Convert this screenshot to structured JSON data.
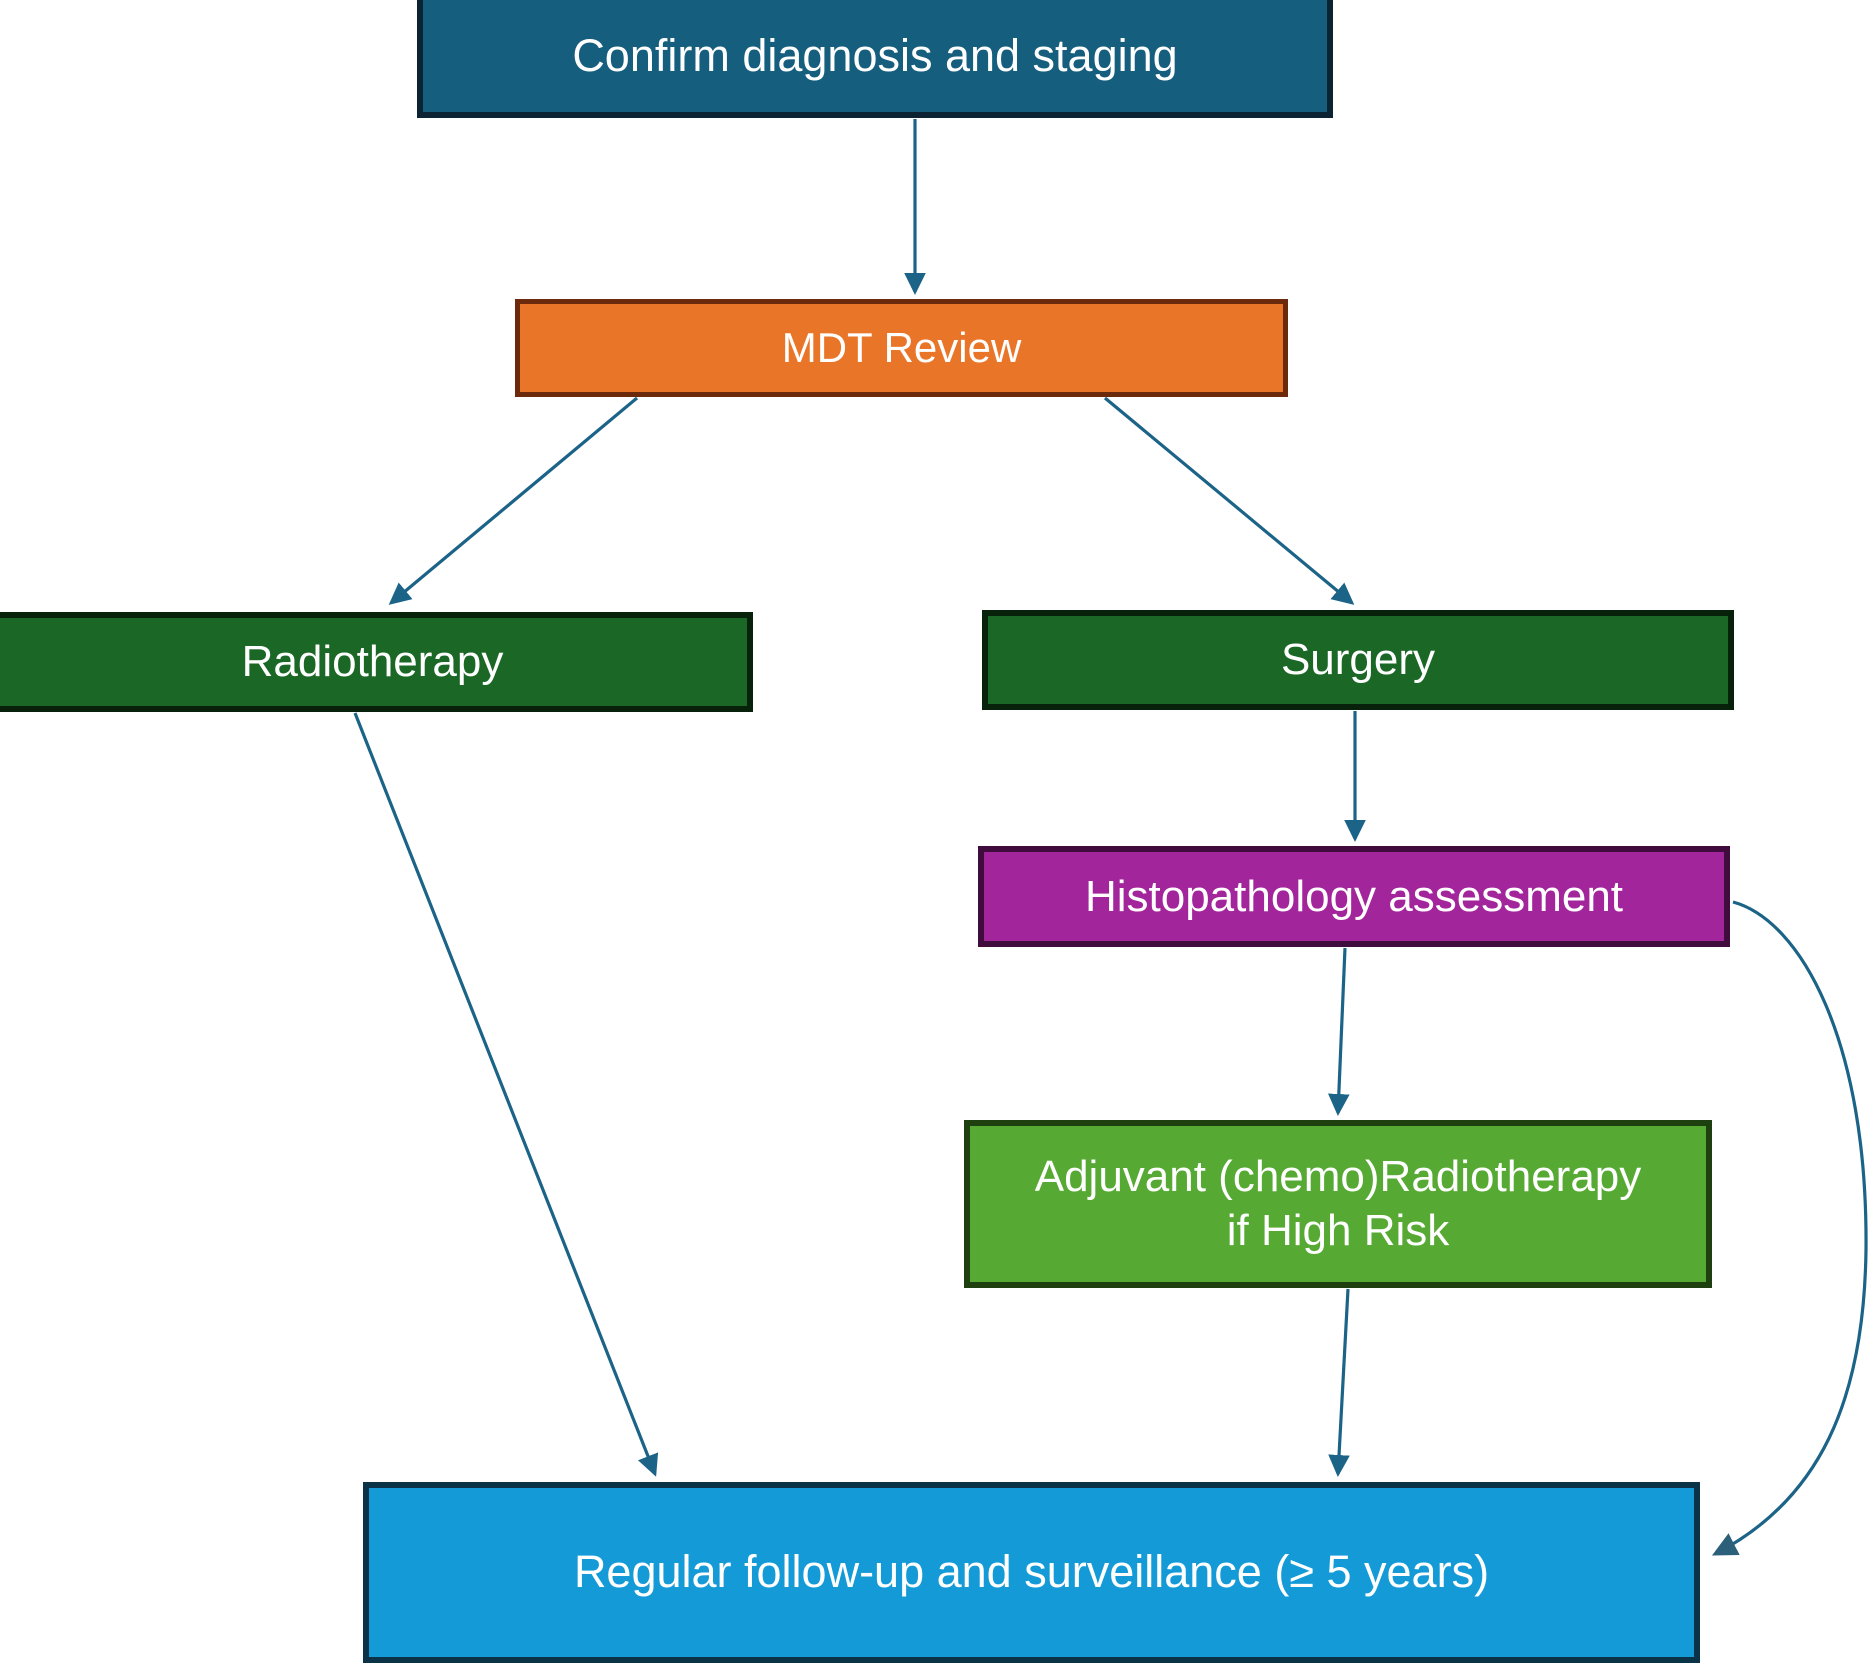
{
  "diagram": {
    "title": "Head and neck cancer management pathway flowchart",
    "background": "#FFFFFF",
    "edge_color": "#1B6387",
    "nodes": [
      {
        "id": "confirm",
        "label": "Confirm diagnosis and staging",
        "fill": "#155E7D",
        "border": "#0C2333",
        "text_color": "#FFFFFF"
      },
      {
        "id": "mdt",
        "label": "MDT Review",
        "fill": "#E97528",
        "border": "#6B2A0B",
        "text_color": "#FFFFFF"
      },
      {
        "id": "radiotherapy",
        "label": "Radiotherapy",
        "fill": "#1B6826",
        "border": "#07210B",
        "text_color": "#FFFFFF"
      },
      {
        "id": "surgery",
        "label": "Surgery",
        "fill": "#1B6826",
        "border": "#07210B",
        "text_color": "#FFFFFF"
      },
      {
        "id": "histopathology",
        "label": "Histopathology assessment",
        "fill": "#A3259B",
        "border": "#400C3D",
        "text_color": "#FFFFFF"
      },
      {
        "id": "adjuvant",
        "label": "Adjuvant (chemo)Radiotherapy\nif High Risk",
        "fill": "#56A933",
        "border": "#1E3F10",
        "text_color": "#FFFFFF"
      },
      {
        "id": "followup",
        "label": "Regular follow-up and surveillance (≥ 5 years)",
        "fill": "#149BD7",
        "border": "#0B3347",
        "text_color": "#FFFFFF"
      }
    ],
    "edges": [
      {
        "id": "confirm-to-mdt",
        "from": "confirm",
        "to": "mdt",
        "style": "straight-vertical",
        "label": ""
      },
      {
        "id": "mdt-to-radiotherapy",
        "from": "mdt",
        "to": "radiotherapy",
        "style": "diagonal",
        "label": ""
      },
      {
        "id": "mdt-to-surgery",
        "from": "mdt",
        "to": "surgery",
        "style": "diagonal",
        "label": ""
      },
      {
        "id": "radiotherapy-to-followup",
        "from": "radiotherapy",
        "to": "followup",
        "style": "diagonal",
        "label": ""
      },
      {
        "id": "surgery-to-histopathology",
        "from": "surgery",
        "to": "histopathology",
        "style": "straight-vertical",
        "label": ""
      },
      {
        "id": "histopathology-to-adjuvant",
        "from": "histopathology",
        "to": "adjuvant",
        "style": "straight-vertical",
        "label": ""
      },
      {
        "id": "adjuvant-to-followup",
        "from": "adjuvant",
        "to": "followup",
        "style": "straight-vertical",
        "label": ""
      },
      {
        "id": "histopathology-to-followup",
        "from": "histopathology",
        "to": "followup",
        "style": "curved-right-bypass",
        "label": ""
      }
    ]
  }
}
